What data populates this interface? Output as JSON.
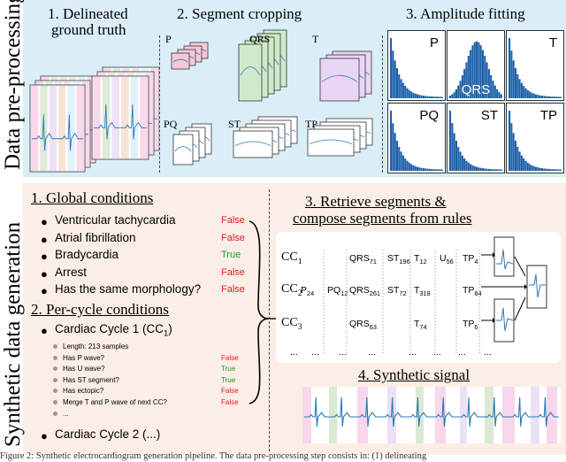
{
  "top": {
    "side_label": "Data pre-processing",
    "step1": [
      "1. Delineated",
      "ground truth"
    ],
    "step2": "2. Segment cropping",
    "step3": "3. Amplitude fitting",
    "crop_labels": [
      "P",
      "QRS",
      "T",
      "PQ",
      "ST",
      "TP"
    ],
    "hist_labels": [
      "P",
      "QRS",
      "T",
      "PQ",
      "ST",
      "TP"
    ]
  },
  "bottom": {
    "side_label": "Synthetic data generation",
    "global_title": "1. Global conditions",
    "global_conditions": [
      {
        "label": "Ventricular tachycardia",
        "value": "False"
      },
      {
        "label": "Atrial fibrillation",
        "value": "False"
      },
      {
        "label": "Bradycardia",
        "value": "True"
      },
      {
        "label": "Arrest",
        "value": "False"
      },
      {
        "label": "Has the same morphology?",
        "value": "False"
      }
    ],
    "percycle_title": "2. Per-cycle conditions",
    "cycle1": {
      "label": "Cardiac Cycle 1 (CC",
      "sub": "1",
      "close": ")"
    },
    "cycle_conditions": [
      {
        "label": "Length: 213 samples",
        "value": ""
      },
      {
        "label": "Has P wave?",
        "value": "False"
      },
      {
        "label": "Has U wave?",
        "value": "True"
      },
      {
        "label": "Has ST segment?",
        "value": "True"
      },
      {
        "label": "Has ectopic?",
        "value": "False"
      },
      {
        "label": "Merge T and P wave of next CC?",
        "value": "False"
      },
      {
        "label": "...",
        "value": ""
      }
    ],
    "cycle2": "Cardiac Cycle 2 (...)",
    "step3": [
      "3. Retrieve segments &",
      "compose segments from rules"
    ],
    "cc_rows": [
      {
        "name": "CC",
        "sub": "1",
        "cells": [
          {
            "t": "QRS",
            "s": "71"
          },
          {
            "t": "ST",
            "s": "196"
          },
          {
            "t": "T",
            "s": "12"
          },
          {
            "t": "U",
            "s": "56"
          },
          {
            "t": "TP",
            "s": "4"
          }
        ]
      },
      {
        "name": "CC",
        "sub": "2",
        "cells": [
          {
            "t": "P",
            "s": "24"
          },
          {
            "t": "PQ",
            "s": "12"
          },
          {
            "t": "QRS",
            "s": "261"
          },
          {
            "t": "ST",
            "s": "72"
          },
          {
            "t": "T",
            "s": "318"
          },
          {
            "t": "TP",
            "s": "84"
          }
        ]
      },
      {
        "name": "CC",
        "sub": "3",
        "cells": [
          {
            "t": "QRS",
            "s": "63"
          },
          {
            "t": "T",
            "s": "74"
          },
          {
            "t": "TP",
            "s": "6"
          }
        ]
      }
    ],
    "ellipsis": "...",
    "step4": "4. Synthetic signal"
  },
  "caption": "Figure 2:  Synthetic electrocardiogram generation pipeline. The data pre-processing step consists in: (1) delineating",
  "colors": {
    "top_bg": "#dbeef8",
    "bottom_bg": "#fbeee6",
    "signal": "#2a7ab8",
    "hist": "#1c5fa8",
    "false": "#e0201c",
    "true": "#1f9a28"
  }
}
